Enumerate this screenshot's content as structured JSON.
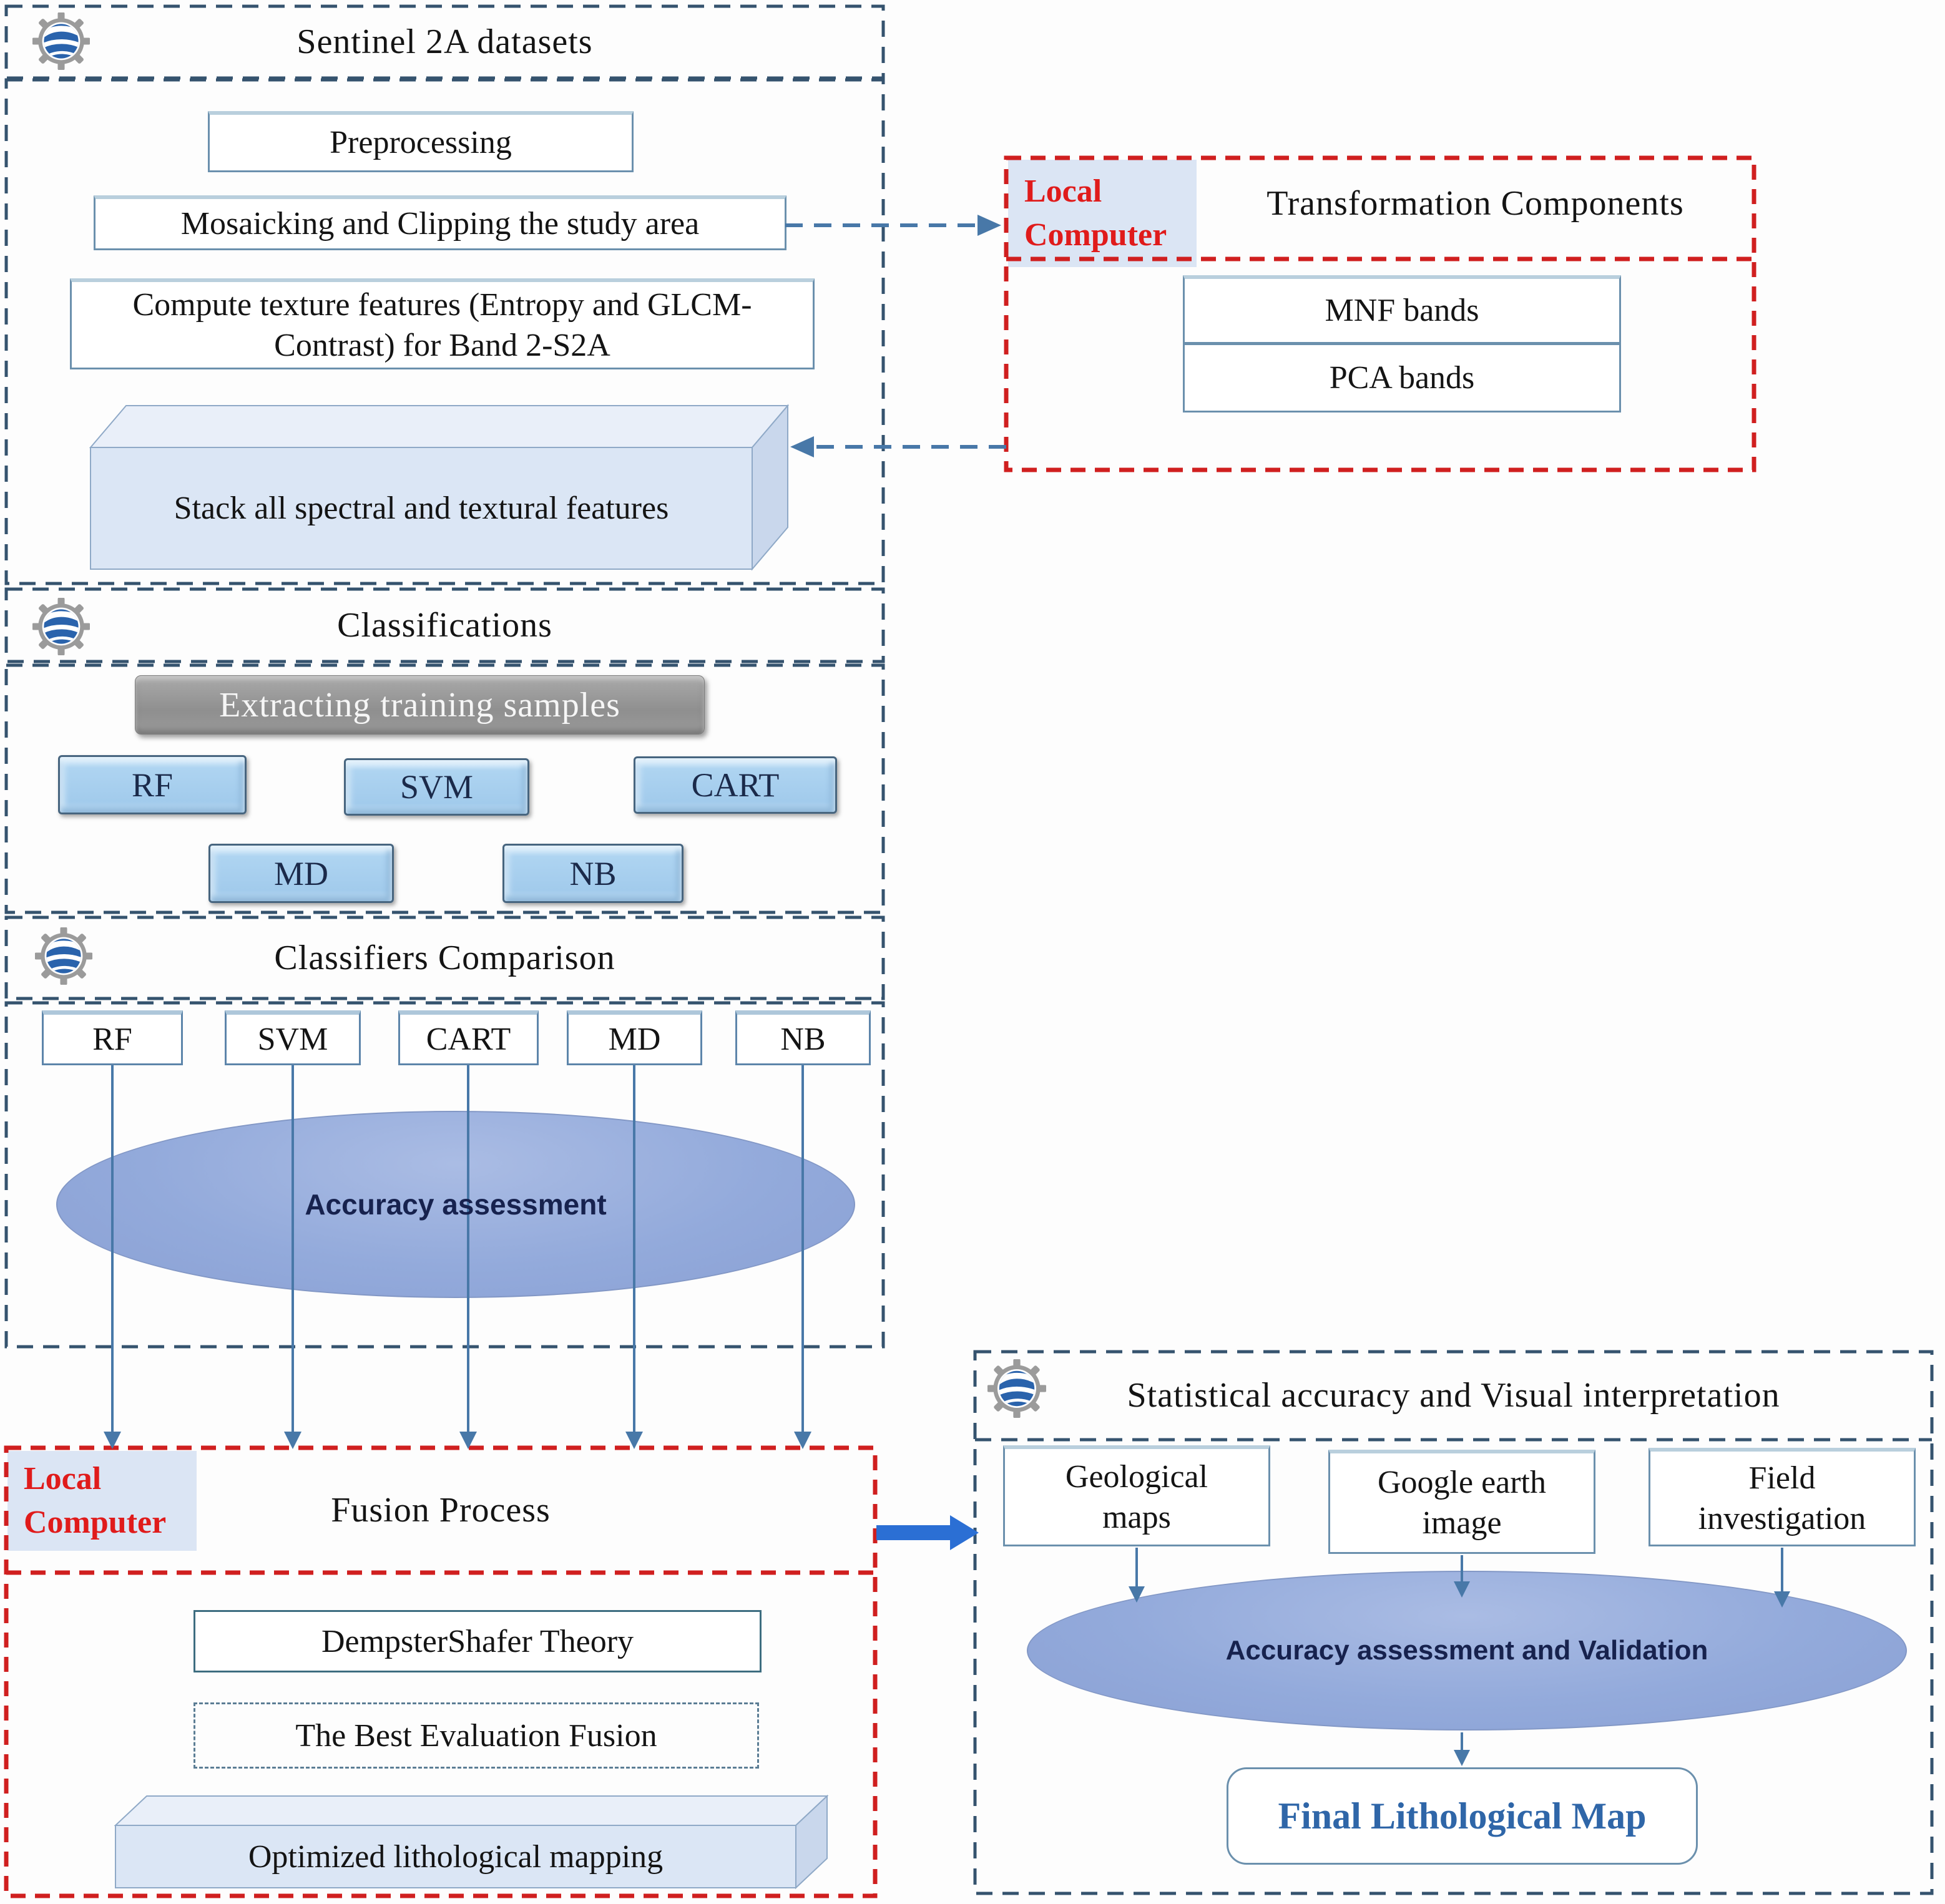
{
  "sentinel": {
    "title": "Sentinel 2A datasets",
    "preprocessing": "Preprocessing",
    "mosaicking": "Mosaicking and Clipping the study area",
    "compute_texture": "Compute texture features (Entropy and GLCM-Contrast) for Band 2-S2A",
    "stack": "Stack all spectral and textural features"
  },
  "transformation": {
    "local_computer": "Local Computer",
    "title": "Transformation Components",
    "mnf": "MNF bands",
    "pca": "PCA bands"
  },
  "classifications": {
    "title": "Classifications",
    "extracting": "Extracting training samples",
    "classifiers": [
      "RF",
      "SVM",
      "CART",
      "MD",
      "NB"
    ]
  },
  "comparison": {
    "title": "Classifiers Comparison",
    "classifiers": [
      "RF",
      "SVM",
      "CART",
      "MD",
      "NB"
    ],
    "accuracy": "Accuracy assessment"
  },
  "fusion": {
    "local_computer": "Local Computer",
    "title": "Fusion Process",
    "dempster": "DempsterShafer Theory",
    "best_eval": "The Best Evaluation Fusion",
    "optimized": "Optimized lithological mapping"
  },
  "validation": {
    "title": "Statistical accuracy and Visual interpretation",
    "sources": [
      "Geological maps",
      "Google earth image",
      "Field investigation"
    ],
    "accuracy": "Accuracy assessment and Validation",
    "final": "Final Lithological Map"
  },
  "colors": {
    "dash_blue": "#35536e",
    "dash_red": "#d01f1f",
    "connector_blue": "#4878a8",
    "thick_arrow_blue": "#2b6fd4",
    "red_label_text": "#e01b1b",
    "label_bg_blue": "#dbe5f4",
    "button_blue": "#a8cfee",
    "button_gray": "#979797",
    "ellipse_fill": "#93aadb",
    "final_map_text": "#2f66a8"
  }
}
